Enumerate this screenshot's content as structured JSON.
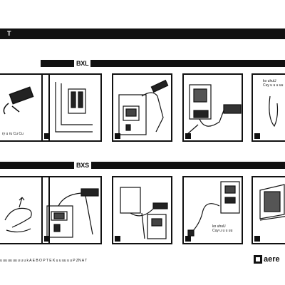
{
  "header": {
    "label": "T"
  },
  "sections": [
    {
      "label": "BXL"
    },
    {
      "label": "BXS"
    }
  ],
  "panels": {
    "row1": [
      {
        "step": "",
        "caption": "ry u ru Cu Cu"
      },
      {
        "step": ""
      },
      {
        "step": ""
      },
      {
        "step": ""
      },
      {
        "step": "",
        "caption": "ko uhuU\nCuy u u u uu"
      }
    ],
    "row2": [
      {
        "step": ""
      },
      {
        "step": ""
      },
      {
        "step": ""
      },
      {
        "step": "",
        "caption": "ko uhuU\nCuy u u u uu"
      },
      {
        "step": ""
      }
    ]
  },
  "footer": {
    "text": "u uu uu uu u u u k A E B O  P T E K u u uu u u  P  ZN A T"
  },
  "brand": {
    "name": "aere"
  }
}
